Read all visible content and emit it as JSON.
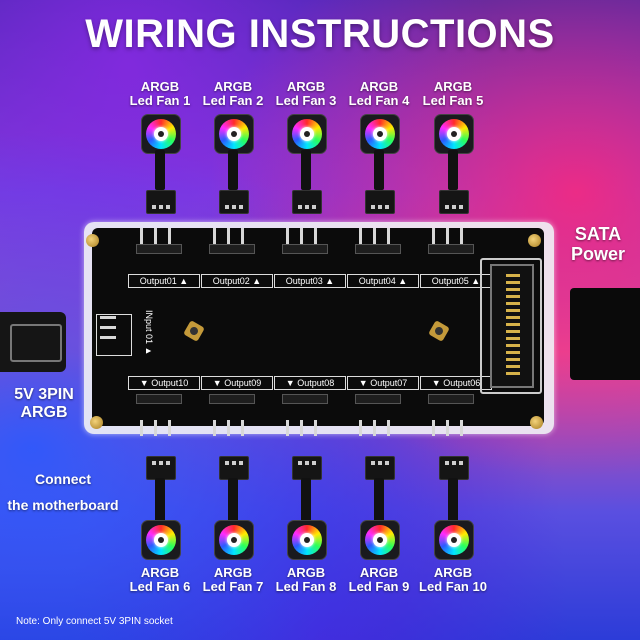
{
  "title": "WIRING INSTRUCTIONS",
  "top_fans": [
    {
      "line1": "ARGB",
      "line2": "Led Fan 1"
    },
    {
      "line1": "ARGB",
      "line2": "Led Fan 2"
    },
    {
      "line1": "ARGB",
      "line2": "Led Fan 3"
    },
    {
      "line1": "ARGB",
      "line2": "Led Fan 4"
    },
    {
      "line1": "ARGB",
      "line2": "Led Fan 5"
    }
  ],
  "bottom_fans": [
    {
      "line1": "ARGB",
      "line2": "Led Fan 6"
    },
    {
      "line1": "ARGB",
      "line2": "Led Fan 7"
    },
    {
      "line1": "ARGB",
      "line2": "Led Fan 8"
    },
    {
      "line1": "ARGB",
      "line2": "Led Fan 9"
    },
    {
      "line1": "ARGB",
      "line2": "Led Fan 10"
    }
  ],
  "outputs_top": [
    "Output01 ▲",
    "Output02 ▲",
    "Output03 ▲",
    "Output04 ▲",
    "Output05 ▲"
  ],
  "outputs_bottom": [
    "▼ Output10",
    "▼ Output09",
    "▼ Output08",
    "▼ Output07",
    "▼ Output06"
  ],
  "input_label": "INput 01 ▲",
  "sata_label": {
    "line1": "SATA",
    "line2": "Power"
  },
  "argb_label": {
    "line1": "5V 3PIN",
    "line2": "ARGB"
  },
  "connect_label": {
    "line1": "Connect",
    "line2": "the motherboard"
  },
  "note": "Note: Only connect 5V 3PIN socket"
}
